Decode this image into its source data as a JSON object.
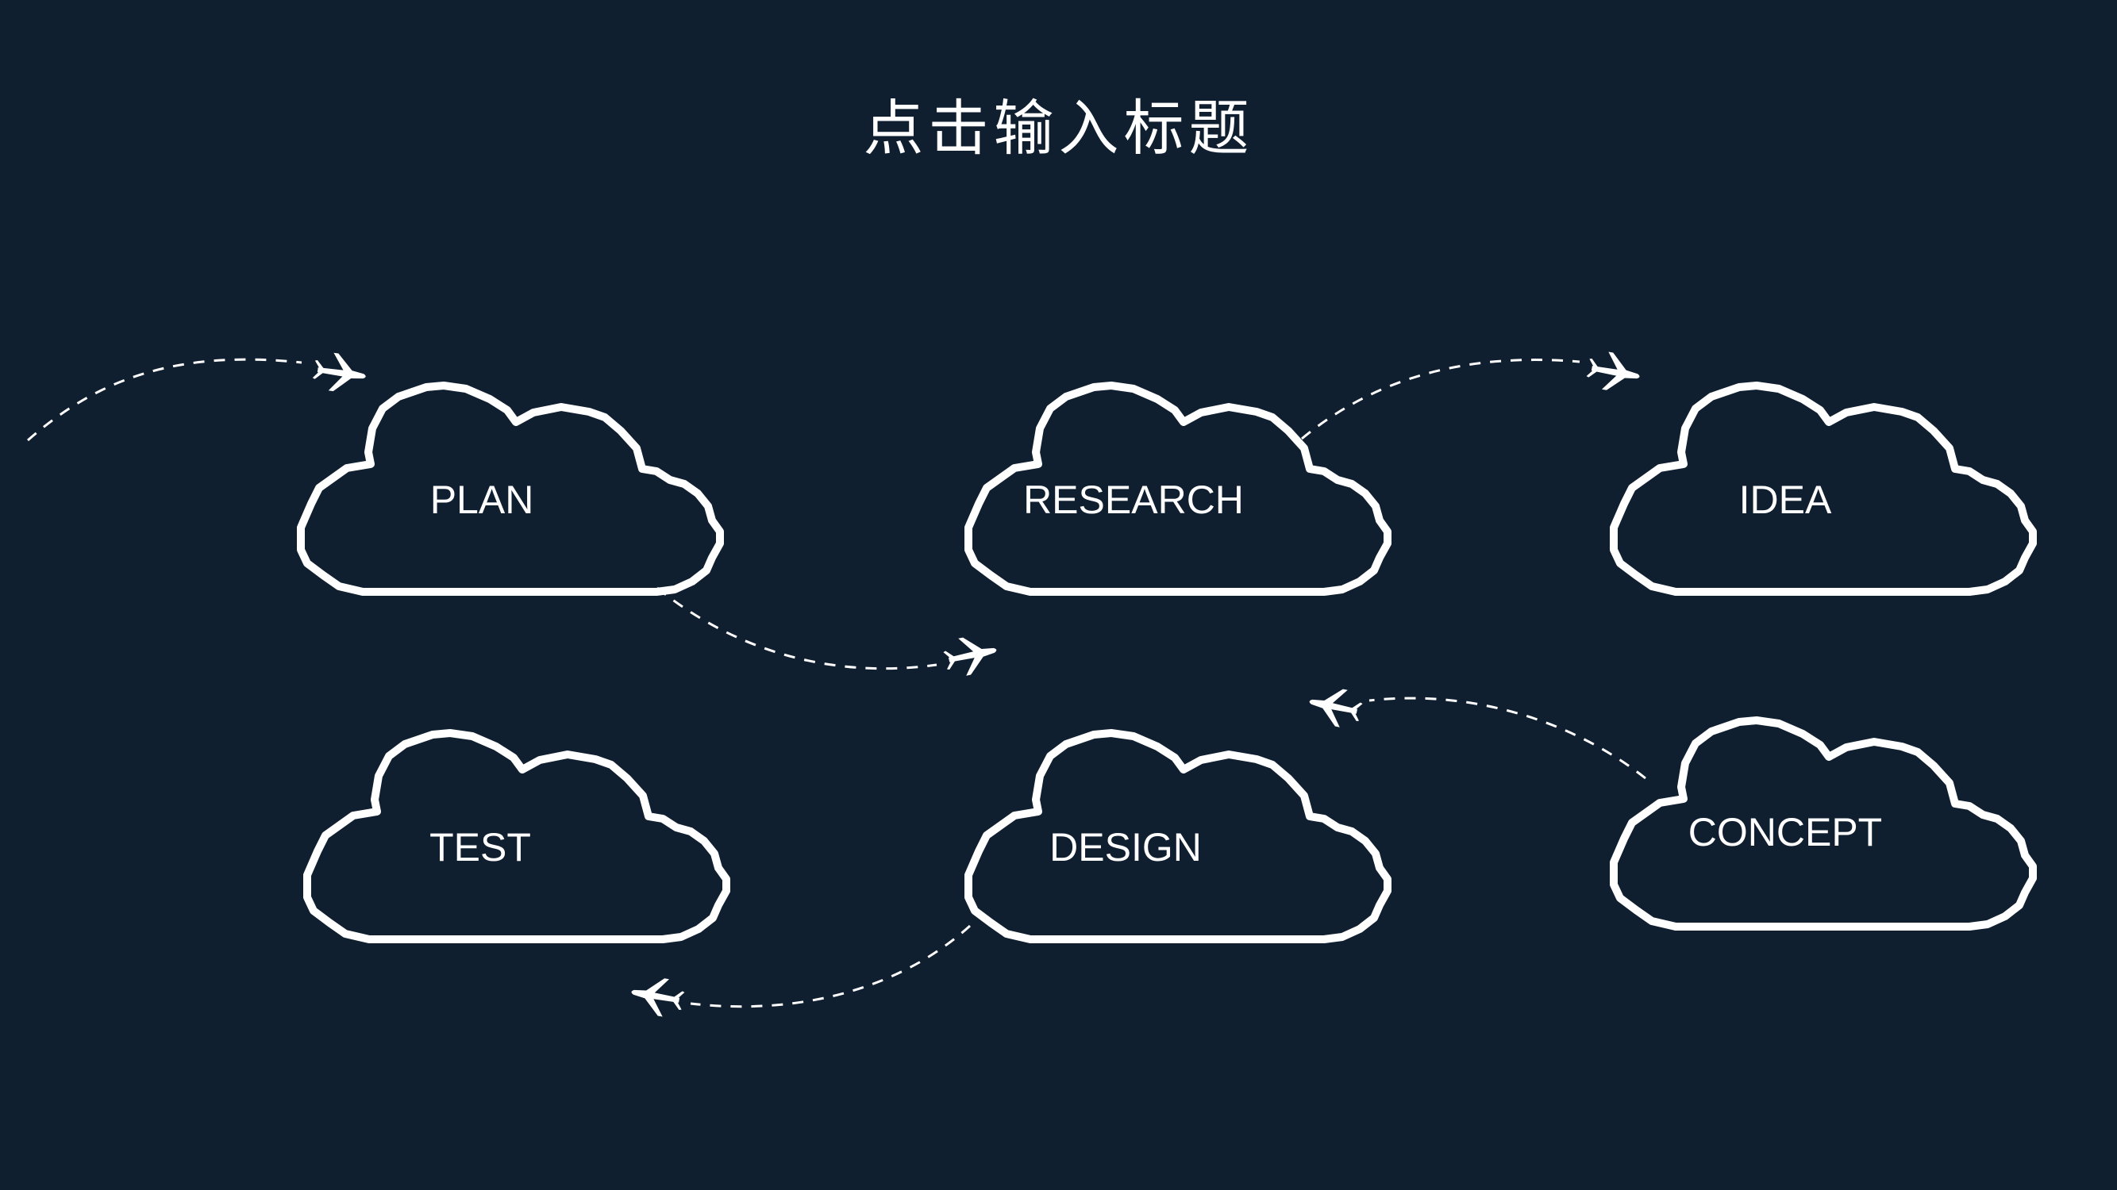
{
  "title": "点击输入标题",
  "clouds": [
    {
      "id": "plan",
      "label": "PLAN"
    },
    {
      "id": "research",
      "label": "RESEARCH"
    },
    {
      "id": "idea",
      "label": "IDEA"
    },
    {
      "id": "test",
      "label": "TEST"
    },
    {
      "id": "design",
      "label": "DESIGN"
    },
    {
      "id": "concept",
      "label": "CONCEPT"
    }
  ],
  "icons": [
    "cloud-icon",
    "airplane-icon",
    "dashed-flight-path"
  ],
  "colors": {
    "background": "#101f30",
    "foreground": "#ffffff"
  }
}
